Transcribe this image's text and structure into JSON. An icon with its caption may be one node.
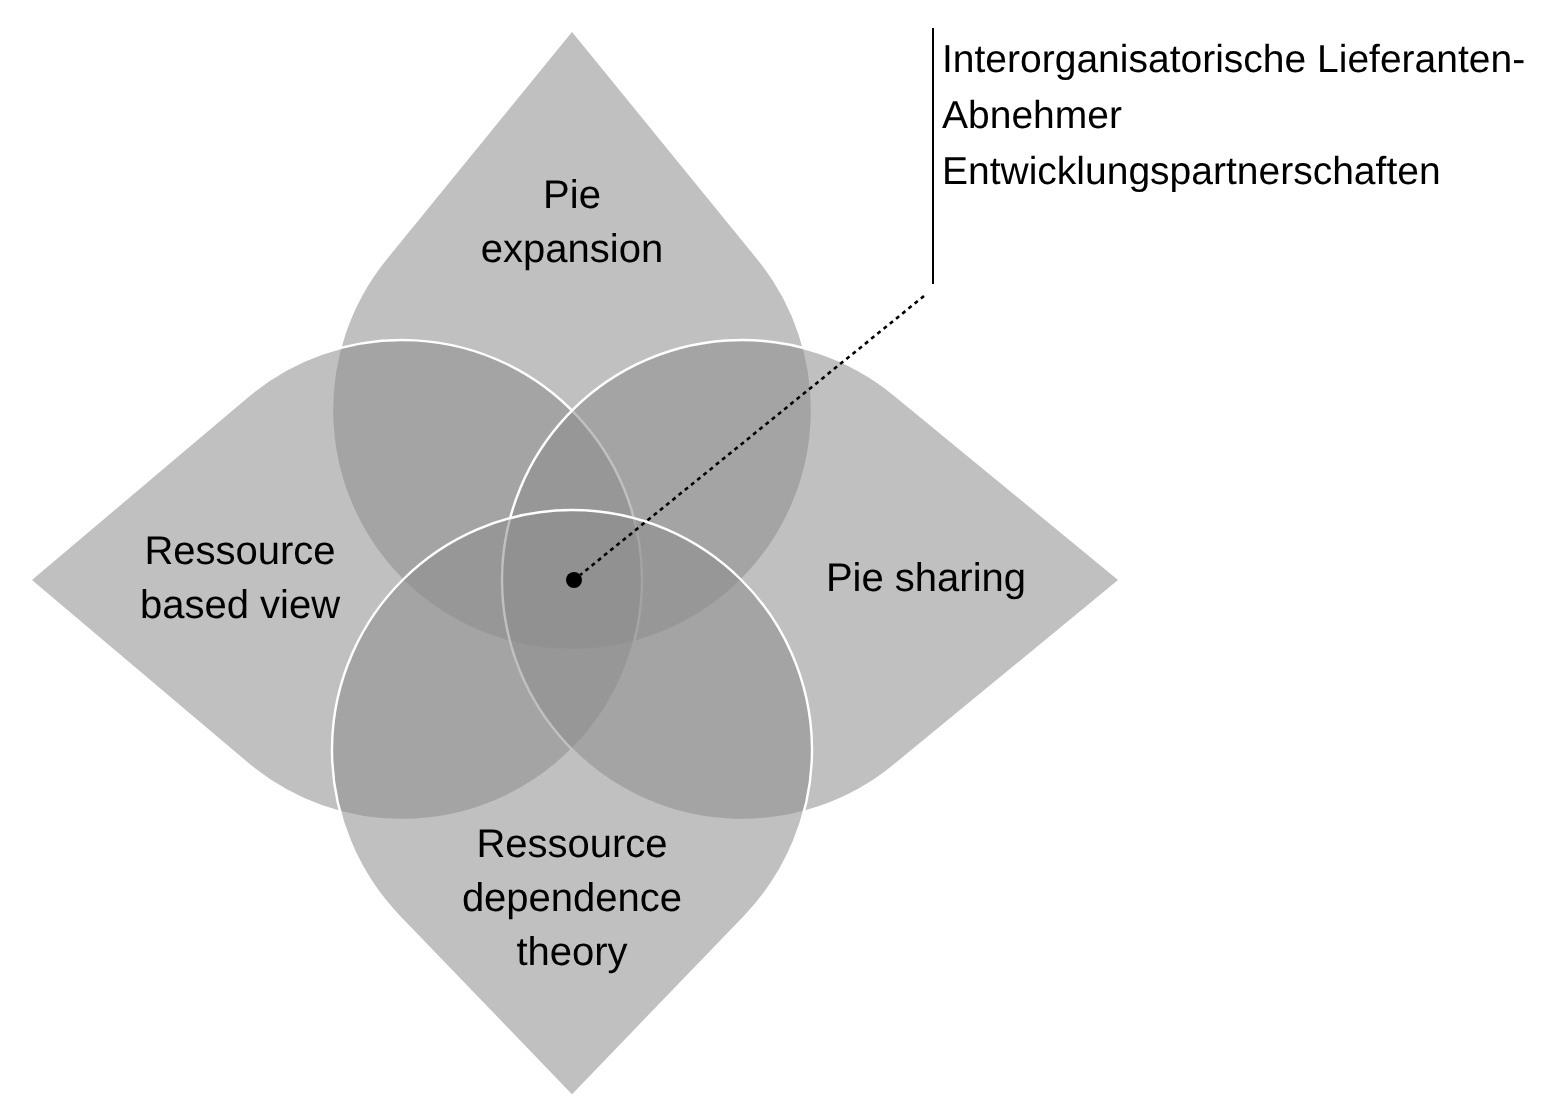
{
  "diagram": {
    "nodes": [
      {
        "text": [
          "Pie expansion"
        ]
      },
      {
        "text": [
          "Ressource based view"
        ]
      },
      {
        "text": [
          "Pie sharing"
        ]
      },
      {
        "text": [
          "Ressource dependence theory"
        ]
      },
      {
        "text": [],
        "shape": "circle"
      },
      {
        "text": [
          "Interorganisatorische Lieferanten-Abnehmer Entwicklungspartnerschaften"
        ]
      }
    ],
    "edges": [
      {
        "from": 5,
        "to": 4,
        "arrow": "none",
        "style": "dashed"
      }
    ]
  }
}
